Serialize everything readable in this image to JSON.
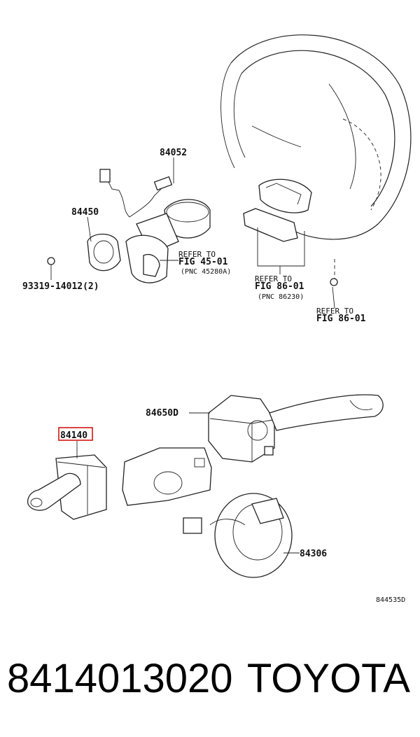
{
  "labels": {
    "p84052": "84052",
    "p84450": "84450",
    "p93319": "93319-14012(2)",
    "ref1_line1": "REFER TO",
    "ref1_line2": "FIG 45-01",
    "ref1_line3": "(PNC 45280A)",
    "ref2_line1": "REFER TO",
    "ref2_line2": "FIG 86-01",
    "ref2_line3": "(PNC 86230)",
    "ref3_line1": "REFER TO",
    "ref3_line2": "FIG 86-01",
    "p84650d": "84650D",
    "p84140": "84140",
    "p84306": "84306",
    "code": "844535D"
  },
  "footer": {
    "part_number": "8414013020",
    "brand": "TOYOTA"
  },
  "colors": {
    "highlight": "#d9302c",
    "ink": "#222222"
  }
}
